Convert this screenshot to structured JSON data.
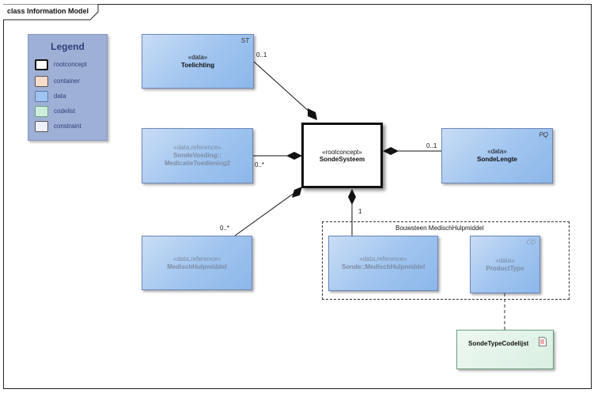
{
  "frame": {
    "title": "class Information Model"
  },
  "legend": {
    "title": "Legend",
    "items": [
      {
        "label": "rootconcept",
        "color": "#ffffff",
        "border": "#111111"
      },
      {
        "label": "container",
        "color": "#f6dccb",
        "border": "#777777"
      },
      {
        "label": "data",
        "color": "#9fc4ef",
        "border": "#5d79a8"
      },
      {
        "label": "codelist",
        "color": "#cdeedd",
        "border": "#6b9f82"
      },
      {
        "label": "constraint",
        "color": "#eef0fb",
        "border": "#777777"
      }
    ]
  },
  "classes": {
    "toelichting": {
      "stereotype": "«data»",
      "name": "Toelichting",
      "tag": "ST"
    },
    "sondevoeding": {
      "stereotype": "«data,reference»",
      "name_line1": "SondeVoeding::",
      "name_line2": "MedicatieToediening2"
    },
    "medisch": {
      "stereotype": "«data,reference»",
      "name": "MedischHulpmiddel"
    },
    "root": {
      "stereotype": "«rootconcept»",
      "name": "SondeSysteem"
    },
    "sondelengte": {
      "stereotype": "«data»",
      "name": "SondeLengte",
      "tag": "PQ"
    },
    "sondemedisch": {
      "stereotype": "«data,reference»",
      "name": "Sonde::MedischHulpmiddel"
    },
    "producttype": {
      "stereotype": "«data»",
      "name": "ProductType",
      "tag": "CD"
    },
    "codelist": {
      "name": "SondeTypeCodelijst"
    }
  },
  "group": {
    "label": "Bouwsteen MedischHulpmiddel"
  },
  "multiplicities": {
    "toelichting": "0..1",
    "sondevoeding": "0..*",
    "medisch": "0..*",
    "sondelengte": "0..1",
    "bouwsteen": "1"
  },
  "colors": {
    "data_fill": "#9fc4ef",
    "data_border": "#6d87b7",
    "reference_text": "#7d8ca3",
    "codelist_fill": "#d9efe1",
    "legend_bg": "#9fb0d6"
  }
}
